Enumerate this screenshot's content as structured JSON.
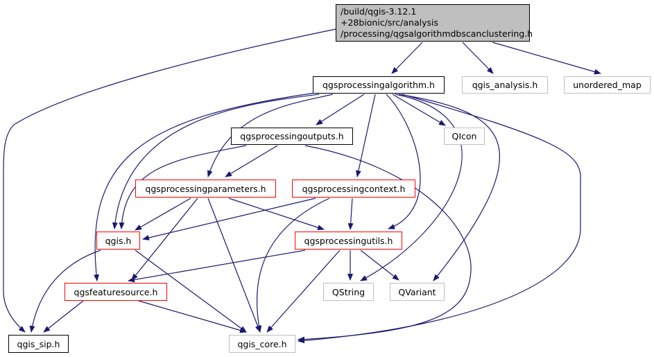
{
  "graph": {
    "edge_color": "#191970",
    "root": {
      "id": "root",
      "lines": [
        "/build/qgis-3.12.1",
        "+28bionic/src/analysis",
        "/processing/qgsalgorithmdbscanclustering.h"
      ]
    },
    "nodes": [
      {
        "id": "algo",
        "label": "qgsprocessingalgorithm.h",
        "style": "black"
      },
      {
        "id": "analysis",
        "label": "qgis_analysis.h",
        "style": "gray"
      },
      {
        "id": "umap",
        "label": "unordered_map",
        "style": "gray"
      },
      {
        "id": "outputs",
        "label": "qgsprocessingoutputs.h",
        "style": "black"
      },
      {
        "id": "qicon",
        "label": "QIcon",
        "style": "gray"
      },
      {
        "id": "params",
        "label": "qgsprocessingparameters.h",
        "style": "red"
      },
      {
        "id": "context",
        "label": "qgsprocessingcontext.h",
        "style": "red"
      },
      {
        "id": "qgis",
        "label": "qgis.h",
        "style": "red"
      },
      {
        "id": "utils",
        "label": "qgsprocessingutils.h",
        "style": "red"
      },
      {
        "id": "featsrc",
        "label": "qgsfeaturesource.h",
        "style": "red"
      },
      {
        "id": "qstring",
        "label": "QString",
        "style": "gray"
      },
      {
        "id": "qvariant",
        "label": "QVariant",
        "style": "gray"
      },
      {
        "id": "sip",
        "label": "qgis_sip.h",
        "style": "black"
      },
      {
        "id": "core",
        "label": "qgis_core.h",
        "style": "gray"
      }
    ],
    "edges": [
      [
        "root",
        "algo"
      ],
      [
        "root",
        "analysis"
      ],
      [
        "root",
        "umap"
      ],
      [
        "root",
        "sip"
      ],
      [
        "algo",
        "outputs"
      ],
      [
        "algo",
        "qicon"
      ],
      [
        "algo",
        "params"
      ],
      [
        "algo",
        "context"
      ],
      [
        "algo",
        "qgis"
      ],
      [
        "algo",
        "utils"
      ],
      [
        "algo",
        "featsrc"
      ],
      [
        "algo",
        "qstring"
      ],
      [
        "algo",
        "qvariant"
      ],
      [
        "algo",
        "core"
      ],
      [
        "outputs",
        "params"
      ],
      [
        "outputs",
        "qgis"
      ],
      [
        "outputs",
        "core"
      ],
      [
        "params",
        "qgis"
      ],
      [
        "params",
        "utils"
      ],
      [
        "params",
        "featsrc"
      ],
      [
        "params",
        "core"
      ],
      [
        "context",
        "qgis"
      ],
      [
        "context",
        "utils"
      ],
      [
        "context",
        "core"
      ],
      [
        "qgis",
        "sip"
      ],
      [
        "qgis",
        "core"
      ],
      [
        "utils",
        "featsrc"
      ],
      [
        "utils",
        "qstring"
      ],
      [
        "utils",
        "qvariant"
      ],
      [
        "utils",
        "core"
      ],
      [
        "featsrc",
        "sip"
      ],
      [
        "featsrc",
        "core"
      ]
    ]
  }
}
